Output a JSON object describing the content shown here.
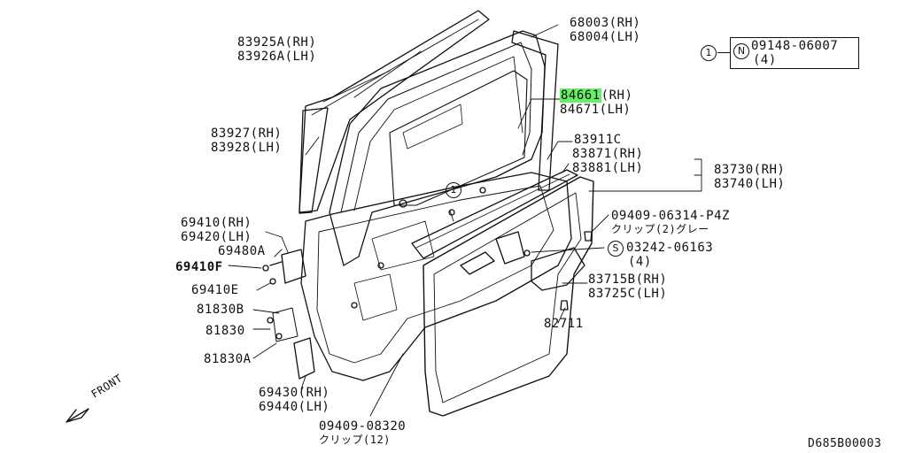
{
  "labels": {
    "p68003": "68003(RH)",
    "p68004": "68004(LH)",
    "p83925a": "83925A(RH)",
    "p83926a": "83926A(LH)",
    "p84661_code": "84661",
    "p84661_side": "(RH)",
    "p84671": "84671(LH)",
    "p83927": "83927(RH)",
    "p83928": "83928(LH)",
    "p83911c": "83911C",
    "p83871": "83871(RH)",
    "p83881": "83881(LH)",
    "p83730": "83730(RH)",
    "p83740": "83740(LH)",
    "p09409_06314": "09409-06314-P4Z",
    "p09409_06314_note": "クリップ(2)グレー",
    "p03242": "03242-06163",
    "p03242_qty": "(4)",
    "p69410": "69410(RH)",
    "p69420": "69420(LH)",
    "p69480a": "69480A",
    "p69410f": "69410F",
    "p69410e": "69410E",
    "p81830b": "81830B",
    "p81830": "81830",
    "p81830a": "81830A",
    "p83715b": "83715B(RH)",
    "p83725c": "83725C(LH)",
    "p82711": "82711",
    "p69430": "69430(RH)",
    "p69440": "69440(LH)",
    "p09409_08320": "09409-08320",
    "p09409_08320_note": "クリップ(12)",
    "legend_code": "09148-06007",
    "legend_qty": "(4)",
    "front": "FRONT",
    "diagram_id": "D685B00003"
  },
  "markers": {
    "ref_1": "1",
    "ref_1_door": "1",
    "n_mark": "N",
    "s_mark": "S"
  },
  "colors": {
    "highlight": "#66ee66",
    "ink": "#111111"
  }
}
